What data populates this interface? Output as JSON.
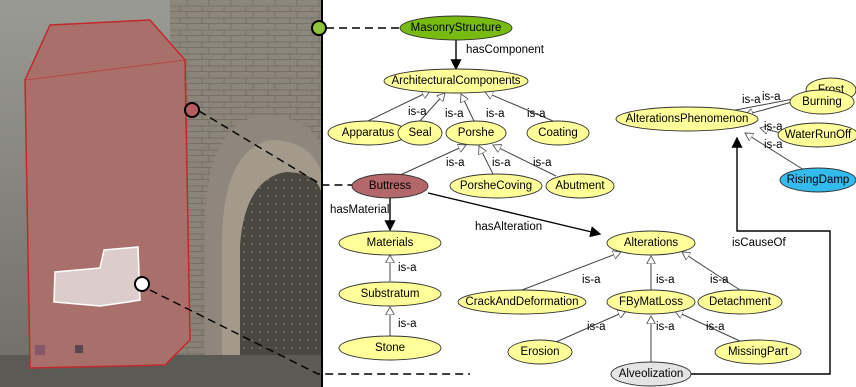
{
  "photo": {
    "description_icon": "church-buttress-photo"
  },
  "colors": {
    "yellow": "#ffff99",
    "green": "#77bb11",
    "buttress": "#b4676a",
    "blue": "#33bbee",
    "grey": "#e4e4e4",
    "edge": "#000000"
  },
  "nodes": {
    "masonry": "MasonryStructure",
    "arch": "ArchitecturalComponents",
    "apparatus": "Apparatus",
    "seal": "Seal",
    "porshe": "Porshe",
    "coating": "Coating",
    "buttress": "Buttress",
    "porshecoving": "PorsheCoving",
    "abutment": "Abutment",
    "materials": "Materials",
    "substratum": "Substratum",
    "stone": "Stone",
    "alterations": "Alterations",
    "crack": "CrackAndDeformation",
    "fbymat": "FByMatLoss",
    "detachment": "Detachment",
    "erosion": "Erosion",
    "missing": "MissingPart",
    "alveolization": "Alveolization",
    "altphen": "AlterationsPhenomenon",
    "frost": "Frost",
    "burning": "Burning",
    "waterrunoff": "WaterRunOff",
    "risingdamp": "RisingDamp"
  },
  "edges": {
    "hasComponent": "hasComponent",
    "hasMaterial": "hasMaterial",
    "hasAlteration": "hasAlteration",
    "isCauseOf": "isCauseOf",
    "isa": "is-a"
  }
}
